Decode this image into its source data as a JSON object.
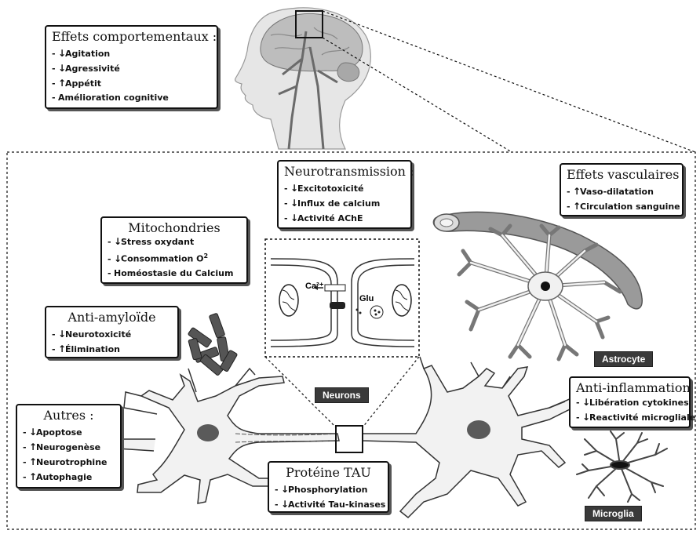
{
  "boxes": {
    "comportement": {
      "title": "Effets comportementaux :",
      "items": [
        {
          "arrow": "down",
          "text": "Agitation"
        },
        {
          "arrow": "down",
          "text": "Agressivité"
        },
        {
          "arrow": "up",
          "text": "Appétit"
        },
        {
          "arrow": "",
          "text": "Amélioration cognitive"
        }
      ]
    },
    "neurotransmission": {
      "title": "Neurotransmission :",
      "items": [
        {
          "arrow": "down",
          "text": "Excitotoxicité"
        },
        {
          "arrow": "down",
          "text": "Influx de calcium"
        },
        {
          "arrow": "down",
          "text": "Activité AChE"
        }
      ]
    },
    "vasculaires": {
      "title": "Effets vasculaires",
      "items": [
        {
          "arrow": "up",
          "text": "Vaso-dilatation"
        },
        {
          "arrow": "up",
          "text": "Circulation sanguine"
        }
      ]
    },
    "mitochondries": {
      "title": "Mitochondries",
      "items": [
        {
          "arrow": "down",
          "text": "Stress oxydant"
        },
        {
          "arrow": "down",
          "text": "Consommation O",
          "sup": "2"
        },
        {
          "arrow": "",
          "text": "Homéostasie du Calcium"
        }
      ]
    },
    "amyloide": {
      "title": "Anti-amyloïde",
      "items": [
        {
          "arrow": "down",
          "text": "Neurotoxicité"
        },
        {
          "arrow": "up",
          "text": "Élimination"
        }
      ]
    },
    "autres": {
      "title": "Autres :",
      "items": [
        {
          "arrow": "down",
          "text": "Apoptose"
        },
        {
          "arrow": "up",
          "text": "Neurogenèse"
        },
        {
          "arrow": "up",
          "text": "Neurotrophine"
        },
        {
          "arrow": "up",
          "text": "Autophagie"
        }
      ]
    },
    "tau": {
      "title": "Protéine TAU",
      "items": [
        {
          "arrow": "down",
          "text": "Phosphorylation"
        },
        {
          "arrow": "down",
          "text": "Activité Tau-kinases"
        }
      ]
    },
    "inflammation": {
      "title": "Anti-inflammation",
      "items": [
        {
          "arrow": "down",
          "text": "Libération cytokines"
        },
        {
          "arrow": "down",
          "text": "Reactivité microgliale"
        }
      ]
    }
  },
  "labels": {
    "neurons": "Neurons",
    "astrocyte": "Astrocyte",
    "microglia": "Microglia",
    "calcium_ion": "Ca²⁺",
    "glutamate": "Glu"
  },
  "colors": {
    "outline": "#111111",
    "neuron_fill": "#f2f2f2",
    "nucleus": "#5a5a5a",
    "tag_bg": "#3a3a3a",
    "vessel": "#7a7a7a"
  }
}
